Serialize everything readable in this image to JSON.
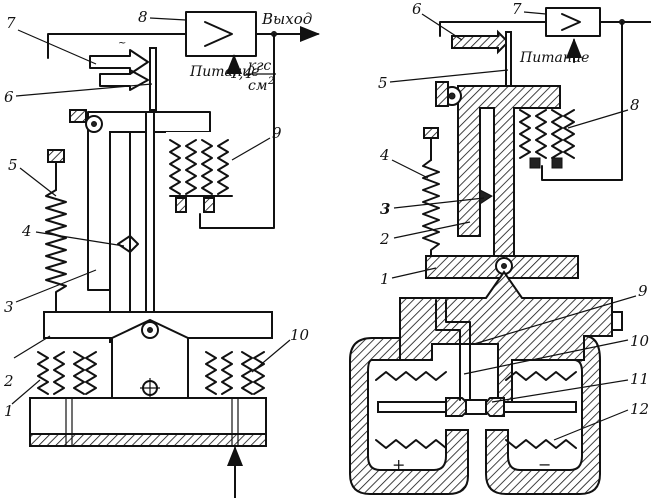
{
  "left_diagram": {
    "output_label": "Выход",
    "supply_label": "Питание",
    "pressure_value": "1,4",
    "pressure_unit_num": "кгс",
    "pressure_unit_den": "см",
    "pressure_unit_exp": "2",
    "part_labels": [
      "1",
      "2",
      "3",
      "4",
      "5",
      "6",
      "7",
      "8",
      "9",
      "10"
    ]
  },
  "right_diagram": {
    "supply_label": "Питание",
    "part_labels": [
      "1",
      "2",
      "3",
      "4",
      "5",
      "6",
      "7",
      "8",
      "9",
      "10",
      "11",
      "12"
    ],
    "plus_sign": "+",
    "minus_sign": "−"
  }
}
